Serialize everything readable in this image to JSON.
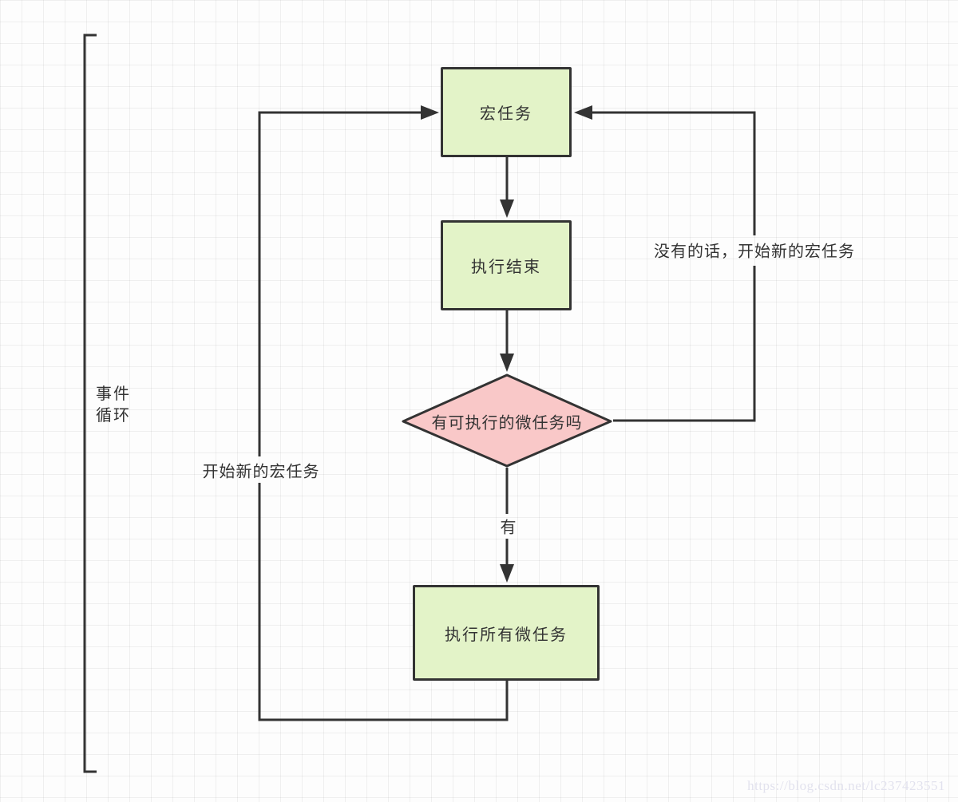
{
  "page": {
    "background": "#fdfdfd",
    "grid_color": "#ececec",
    "watermark": "https://blog.csdn.net/lc237423551"
  },
  "colors": {
    "connector": "#333333",
    "process_fill": "#e3f3c8",
    "decision_fill": "#f9c8c8",
    "shape_border": "#333333",
    "text": "#333333",
    "watermark_text": "#e2e2ee"
  },
  "diagram": {
    "bracket_label": "事件循环",
    "nodes": [
      {
        "id": "macrotask",
        "type": "process",
        "label": "宏任务"
      },
      {
        "id": "exec-end",
        "type": "process",
        "label": "执行结束"
      },
      {
        "id": "has-microtask",
        "type": "decision",
        "label": "有可执行的微任务吗"
      },
      {
        "id": "run-microtasks",
        "type": "process",
        "label": "执行所有微任务"
      }
    ],
    "edges": [
      {
        "from": "macrotask",
        "to": "exec-end",
        "label": ""
      },
      {
        "from": "exec-end",
        "to": "has-microtask",
        "label": ""
      },
      {
        "from": "has-microtask",
        "to": "run-microtasks",
        "label": "有"
      },
      {
        "from": "run-microtasks",
        "to": "macrotask",
        "label": "开始新的宏任务"
      },
      {
        "from": "has-microtask",
        "to": "macrotask",
        "label": "没有的话，开始新的宏任务"
      }
    ]
  }
}
